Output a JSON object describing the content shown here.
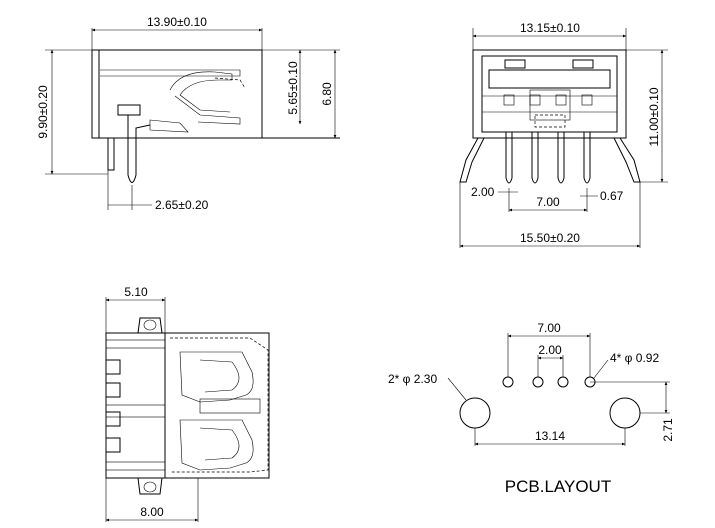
{
  "side_view": {
    "length": "13.90±0.10",
    "total_height": "9.90±0.20",
    "body_height": "5.65±0.10",
    "right_height": "6.80",
    "pin_offset": "2.65±0.20"
  },
  "front_view": {
    "body_width": "13.15±0.10",
    "height": "11.00±0.10",
    "pin_edge": "2.00",
    "pin_span": "7.00",
    "pin_width": "0.67",
    "overall_width": "15.50±0.20"
  },
  "top_view": {
    "top_dim": "5.10",
    "bottom_dim": "8.00"
  },
  "pcb_layout": {
    "title": "PCB.LAYOUT",
    "pin_span": "7.00",
    "pin_pitch": "2.00",
    "small_hole": "4* φ 0.92",
    "large_hole": "2* φ 2.30",
    "hole_span": "13.14",
    "hole_offset": "2.71"
  }
}
